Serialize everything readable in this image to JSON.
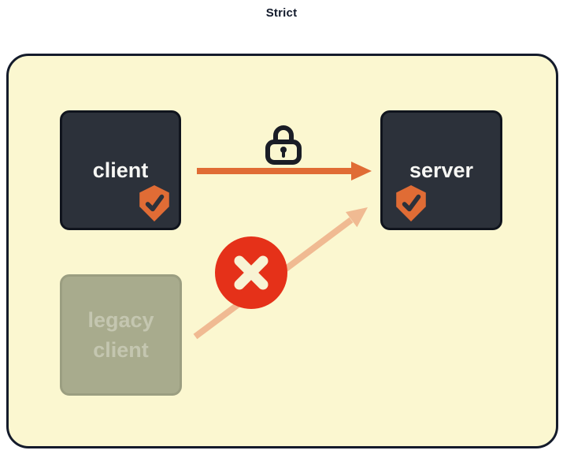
{
  "title": "Strict",
  "nodes": {
    "client": {
      "label": "client",
      "badge_icon": "shield-check-icon"
    },
    "server": {
      "label": "server",
      "badge_icon": "shield-check-icon"
    },
    "legacy_client": {
      "label": "legacy\nclient"
    }
  },
  "connections": {
    "client_to_server": {
      "status": "secure",
      "icon": "lock-icon"
    },
    "legacy_to_server": {
      "status": "blocked",
      "icon": "x-circle-icon"
    }
  },
  "colors": {
    "title_text": "#121a2b",
    "panel_bg": "#fbf7d0",
    "panel_border": "#141b2b",
    "node_bg": "#2c313a",
    "node_border": "#10141d",
    "node_text": "#f7f7f4",
    "legacy_bg": "#a8ab8d",
    "legacy_border": "#9b9e81",
    "legacy_text": "#c4c6b0",
    "accent_orange": "#e06c35",
    "faded_orange": "#f0ba92",
    "blocked_red": "#e53119",
    "cream": "#f8f3d4",
    "dark_icon": "#1a1d26"
  }
}
